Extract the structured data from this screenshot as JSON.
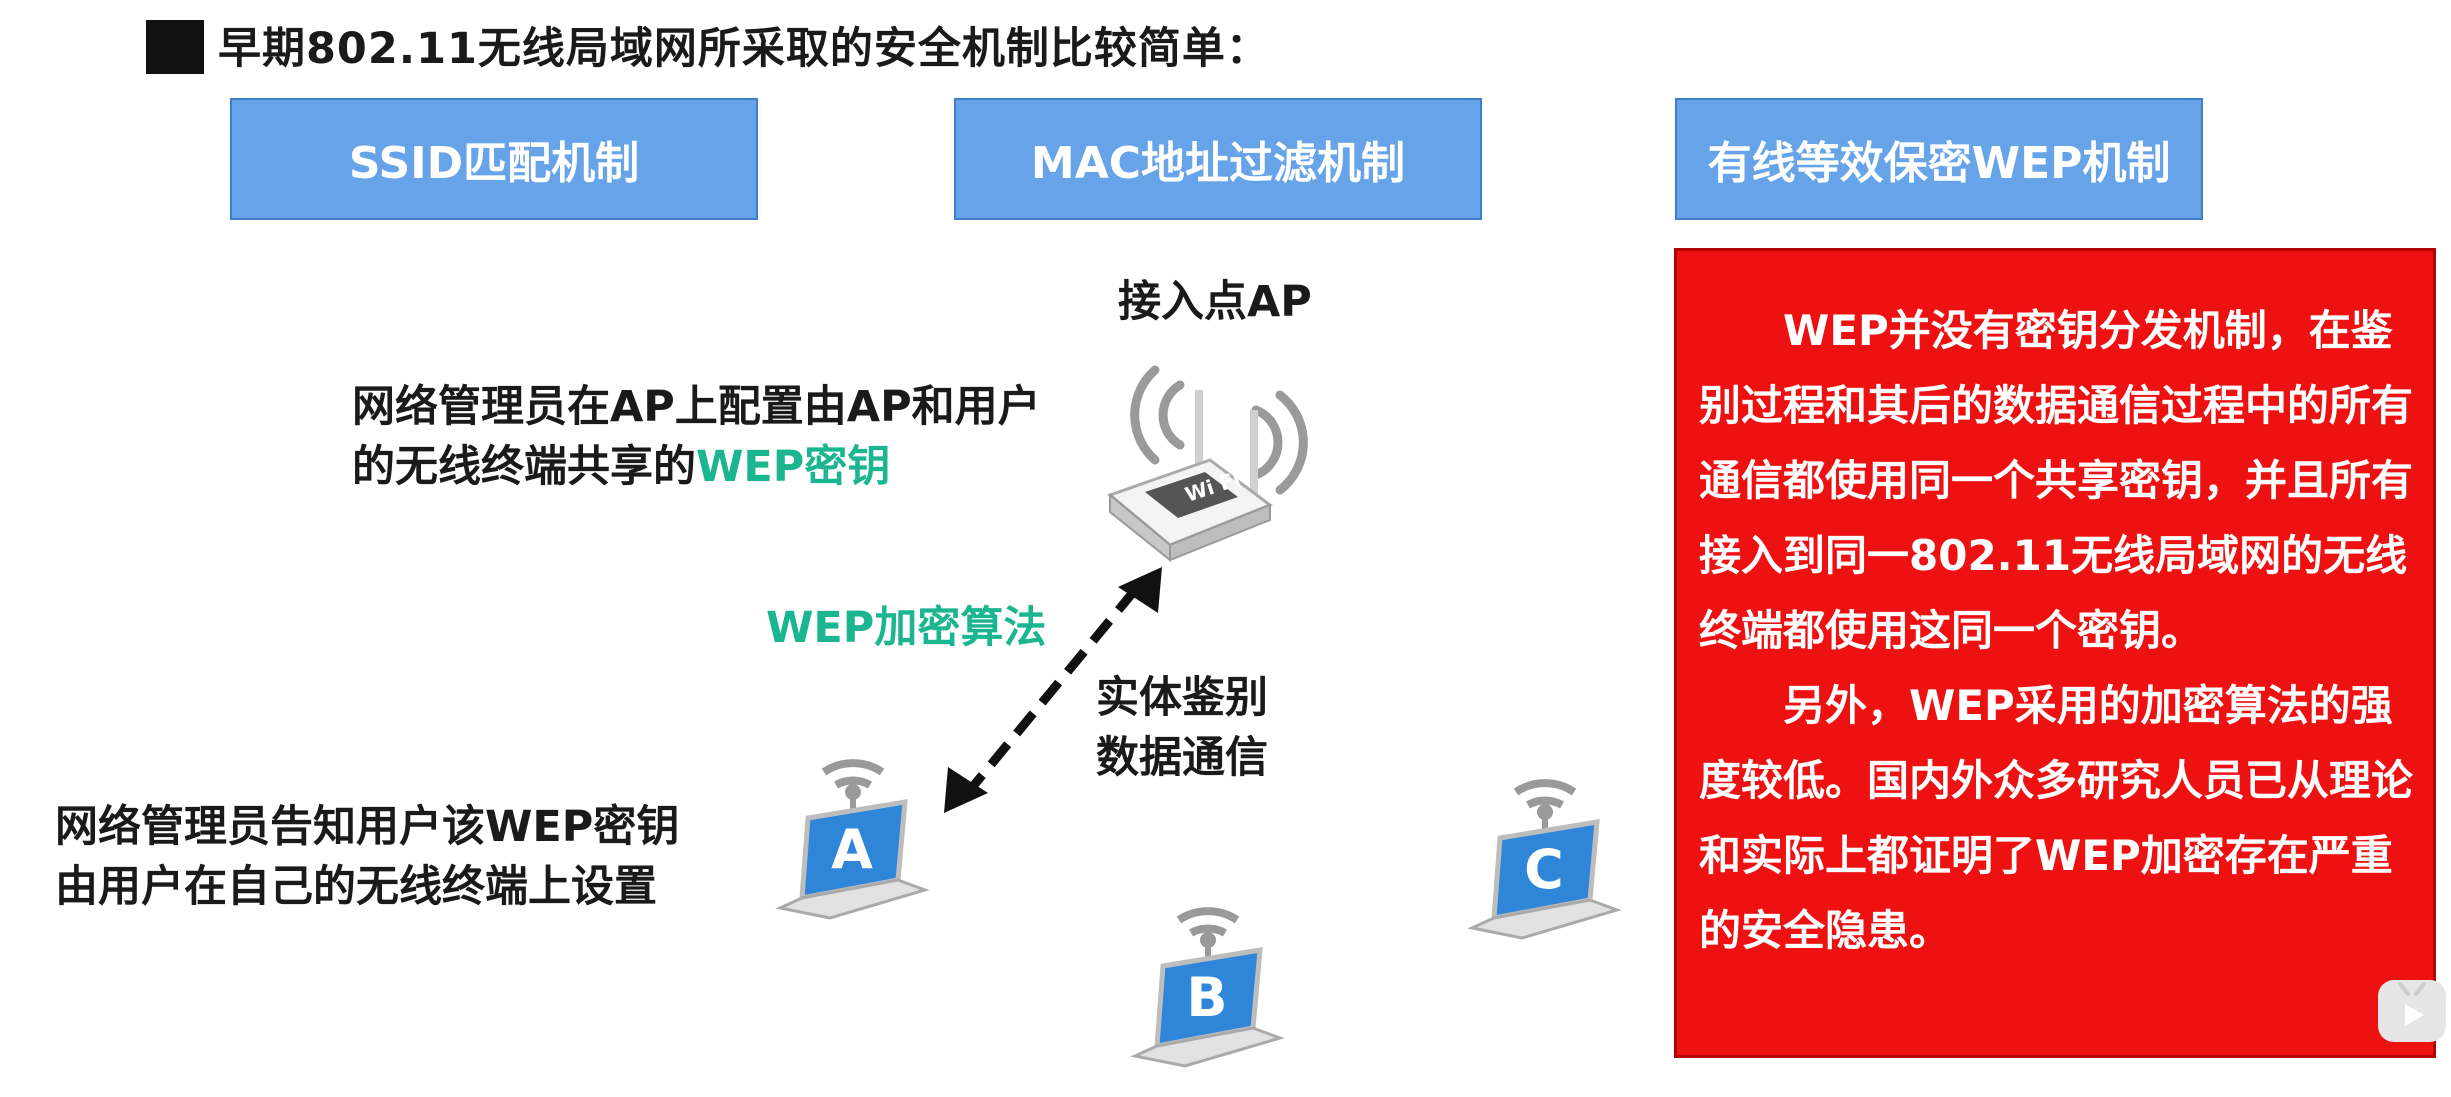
{
  "title": "早期802.11无线局域网所采取的安全机制比较简单：",
  "mechanisms": [
    "SSID匹配机制",
    "MAC地址过滤机制",
    "有线等效保密WEP机制"
  ],
  "ap": {
    "label": "接入点AP",
    "badge": "Wi Fi"
  },
  "admin_config": {
    "line1": "网络管理员在AP上配置由AP和用户",
    "line2_prefix": "的无线终端共享的",
    "line2_highlight": "WEP密钥"
  },
  "algorithm_label": "WEP加密算法",
  "process_labels": [
    "实体鉴别",
    "数据通信"
  ],
  "admin_notify": {
    "line1": "网络管理员告知用户该WEP密钥",
    "line2": "由用户在自己的无线终端上设置"
  },
  "terminals": [
    "A",
    "B",
    "C"
  ],
  "explanation": {
    "paragraph1": "WEP并没有密钥分发机制，在鉴别过程和其后的数据通信过程中的所有通信都使用同一个共享密钥，并且所有接入到同一802.11无线局域网的无线终端都使用这同一个密钥。",
    "paragraph2": "另外，WEP采用的加密算法的强度较低。国内外众多研究人员已从理论和实际上都证明了WEP加密存在严重的安全隐患。"
  },
  "colors": {
    "box_blue": "#66a3e8",
    "panel_red": "#ee1111",
    "highlight_teal": "#1bb58f"
  }
}
